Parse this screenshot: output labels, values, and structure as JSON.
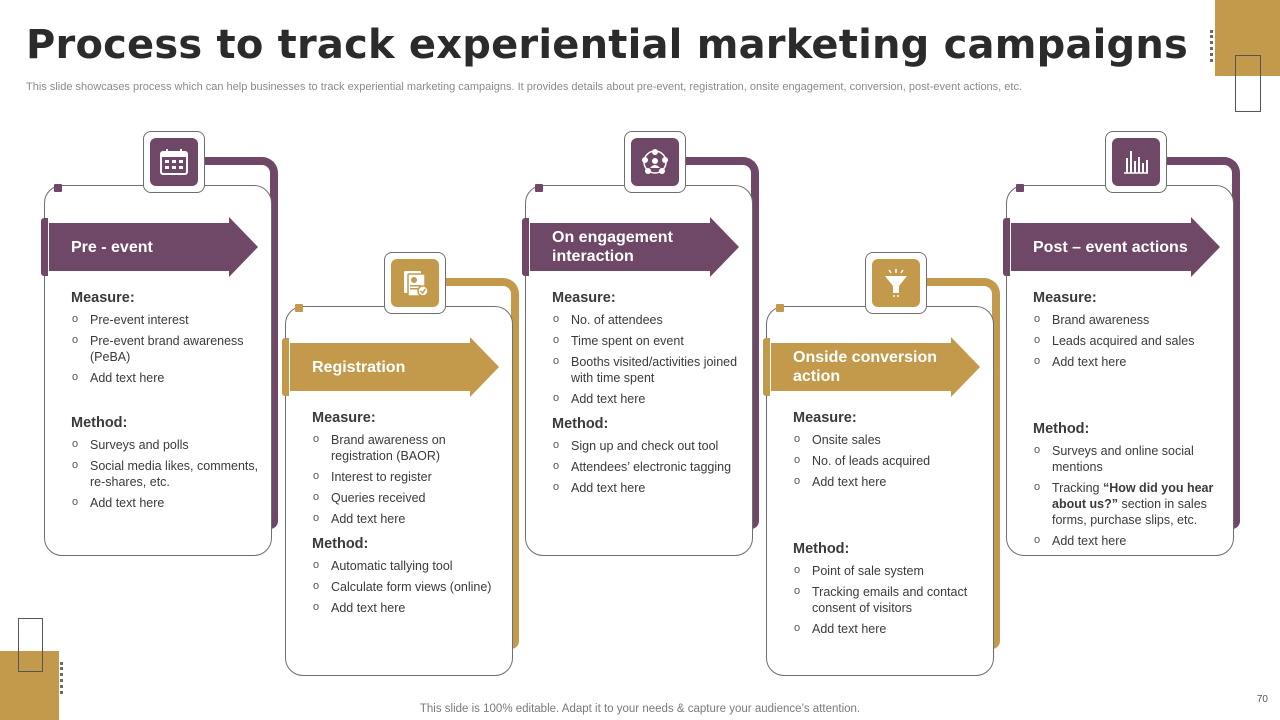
{
  "page": {
    "title": "Process to track experiential marketing campaigns",
    "subtitle": "This slide showcases process which can help businesses to track experiential marketing campaigns. It provides details about pre-event, registration, onsite engagement, conversion, post-event actions, etc.",
    "footer": "This slide is 100% editable. Adapt it to your needs & capture your audience’s attention.",
    "page_number": "70"
  },
  "colors": {
    "purple": "#6e4866",
    "gold": "#c39a4b"
  },
  "cards": [
    {
      "heading": "Pre - event",
      "icon": "calendar-icon",
      "measure_label": "Measure:",
      "measure": [
        "Pre-event  interest",
        "Pre-event  brand awareness (PeBA)",
        "Add text here"
      ],
      "method_label": "Method:",
      "method": [
        "Surveys  and polls",
        "Social media likes, comments, re-shares, etc.",
        "Add text here"
      ]
    },
    {
      "heading": "Registration",
      "icon": "documents-check-icon",
      "measure_label": "Measure:",
      "measure": [
        "Brand awareness on registration (BAOR)",
        "Interest to register",
        "Queries received",
        "Add text here"
      ],
      "method_label": "Method:",
      "method": [
        "Automatic tallying tool",
        "Calculate form views  (online)",
        "Add text here"
      ]
    },
    {
      "heading": "On engagement interaction",
      "icon": "people-network-icon",
      "measure_label": "Measure:",
      "measure": [
        "No. of attendees",
        "Time spent on event",
        "Booths visited/activities joined with time spent",
        "Add text here"
      ],
      "method_label": "Method:",
      "method": [
        "Sign up and check out tool",
        "Attendees’ electronic tagging",
        "Add text here"
      ]
    },
    {
      "heading": "Onside conversion action",
      "icon": "funnel-icon",
      "measure_label": "Measure:",
      "measure": [
        "Onsite sales",
        "No. of  leads acquired",
        "Add text here"
      ],
      "method_label": "Method:",
      "method": [
        "Point of sale system",
        "Tracking emails and contact consent of visitors",
        "Add text here"
      ]
    },
    {
      "heading": "Post – event actions",
      "icon": "bar-chart-icon",
      "measure_label": "Measure:",
      "measure": [
        "Brand awareness",
        "Leads acquired and sales",
        "Add text here"
      ],
      "method_label": "Method:",
      "method_pre": "Surveys and online social mentions",
      "method_tracking_prefix": "Tracking ",
      "method_tracking_bold": "“How did you hear about us?”",
      "method_tracking_suffix": " section in sales forms, purchase slips, etc.",
      "method_last": "Add text here"
    }
  ]
}
